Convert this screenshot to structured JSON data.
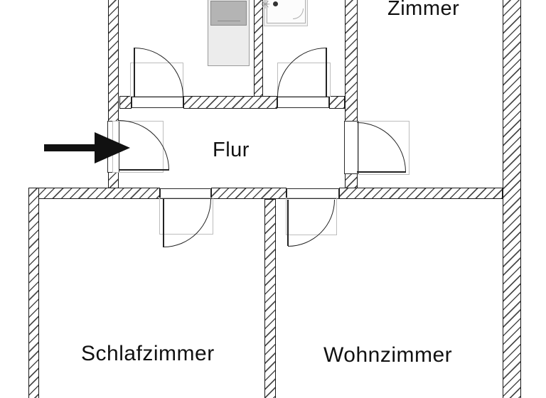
{
  "rooms": {
    "zimmer": {
      "label": "Zimmer"
    },
    "flur": {
      "label": "Flur"
    },
    "schlafzimmer": {
      "label": "Schlafzimmer"
    },
    "wohnzimmer": {
      "label": "Wohnzimmer"
    }
  },
  "icons": {
    "faucet_glyph": "✳"
  },
  "colors": {
    "background": "#ffffff",
    "wall_outline": "#1a1a1a",
    "wall_hatch": "#4a4a4a",
    "door_line": "#222222",
    "door_clearance": "#bdbdbd",
    "counter_fill": "#ececec",
    "stove_fill": "#b4b4b4",
    "shower_fill": "#fcfcfc",
    "arrow": "#111111",
    "text": "#111111"
  }
}
